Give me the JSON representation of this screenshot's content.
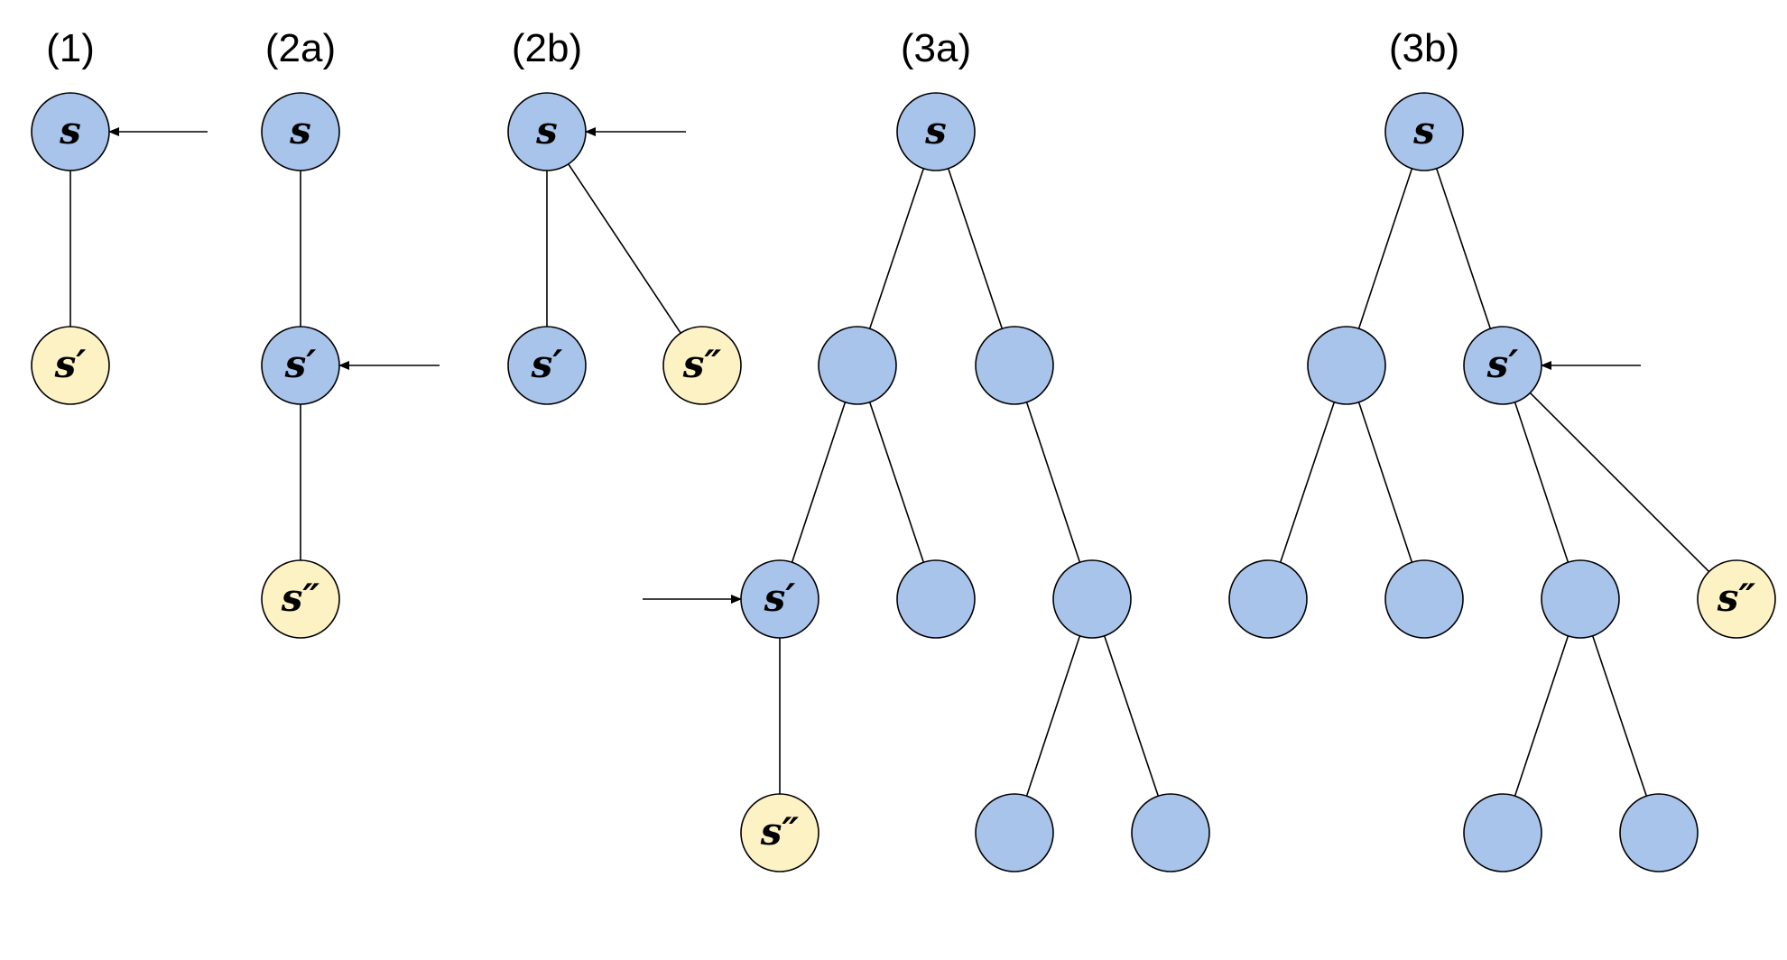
{
  "colors": {
    "node_default": "#a9c4eb",
    "node_target": "#fdf2c4",
    "stroke": "#000000"
  },
  "panels": [
    {
      "label": "(1)",
      "nodes": [
        {
          "id": "p1n0",
          "label": "s",
          "kind": "default"
        },
        {
          "id": "p1n1",
          "label": "s′",
          "kind": "target"
        }
      ],
      "edges": [
        [
          "p1n0",
          "p1n1"
        ]
      ],
      "pointer": "p1n0"
    },
    {
      "label": "(2a)",
      "nodes": [
        {
          "id": "p2an0",
          "label": "s",
          "kind": "default"
        },
        {
          "id": "p2an1",
          "label": "s′",
          "kind": "default"
        },
        {
          "id": "p2an2",
          "label": "s″",
          "kind": "target"
        }
      ],
      "edges": [
        [
          "p2an0",
          "p2an1"
        ],
        [
          "p2an1",
          "p2an2"
        ]
      ],
      "pointer": "p2an1"
    },
    {
      "label": "(2b)",
      "nodes": [
        {
          "id": "p2bn0",
          "label": "s",
          "kind": "default"
        },
        {
          "id": "p2bn1",
          "label": "s′",
          "kind": "default"
        },
        {
          "id": "p2bn2",
          "label": "s″",
          "kind": "target"
        }
      ],
      "edges": [
        [
          "p2bn0",
          "p2bn1"
        ],
        [
          "p2bn0",
          "p2bn2"
        ]
      ],
      "pointer": "p2bn0"
    },
    {
      "label": "(3a)",
      "nodes": [
        {
          "id": "p3an0",
          "label": "s",
          "kind": "default"
        },
        {
          "id": "p3an1",
          "label": "",
          "kind": "default"
        },
        {
          "id": "p3an2",
          "label": "",
          "kind": "default"
        },
        {
          "id": "p3an3",
          "label": "s′",
          "kind": "default"
        },
        {
          "id": "p3an4",
          "label": "",
          "kind": "default"
        },
        {
          "id": "p3an5",
          "label": "",
          "kind": "default"
        },
        {
          "id": "p3an6",
          "label": "s″",
          "kind": "target"
        },
        {
          "id": "p3an7",
          "label": "",
          "kind": "default"
        },
        {
          "id": "p3an8",
          "label": "",
          "kind": "default"
        }
      ],
      "edges": [
        [
          "p3an0",
          "p3an1"
        ],
        [
          "p3an0",
          "p3an2"
        ],
        [
          "p3an1",
          "p3an3"
        ],
        [
          "p3an1",
          "p3an4"
        ],
        [
          "p3an2",
          "p3an5"
        ],
        [
          "p3an3",
          "p3an6"
        ],
        [
          "p3an5",
          "p3an7"
        ],
        [
          "p3an5",
          "p3an8"
        ]
      ],
      "pointer": "p3an3"
    },
    {
      "label": "(3b)",
      "nodes": [
        {
          "id": "p3bn0",
          "label": "s",
          "kind": "default"
        },
        {
          "id": "p3bn1",
          "label": "",
          "kind": "default"
        },
        {
          "id": "p3bn2",
          "label": "s′",
          "kind": "default"
        },
        {
          "id": "p3bn3",
          "label": "",
          "kind": "default"
        },
        {
          "id": "p3bn4",
          "label": "",
          "kind": "default"
        },
        {
          "id": "p3bn5",
          "label": "",
          "kind": "default"
        },
        {
          "id": "p3bn6",
          "label": "s″",
          "kind": "target"
        },
        {
          "id": "p3bn7",
          "label": "",
          "kind": "default"
        },
        {
          "id": "p3bn8",
          "label": "",
          "kind": "default"
        }
      ],
      "edges": [
        [
          "p3bn0",
          "p3bn1"
        ],
        [
          "p3bn0",
          "p3bn2"
        ],
        [
          "p3bn1",
          "p3bn3"
        ],
        [
          "p3bn1",
          "p3bn4"
        ],
        [
          "p3bn2",
          "p3bn5"
        ],
        [
          "p3bn2",
          "p3bn6"
        ],
        [
          "p3bn5",
          "p3bn7"
        ],
        [
          "p3bn5",
          "p3bn8"
        ]
      ],
      "pointer": "p3bn2"
    }
  ]
}
